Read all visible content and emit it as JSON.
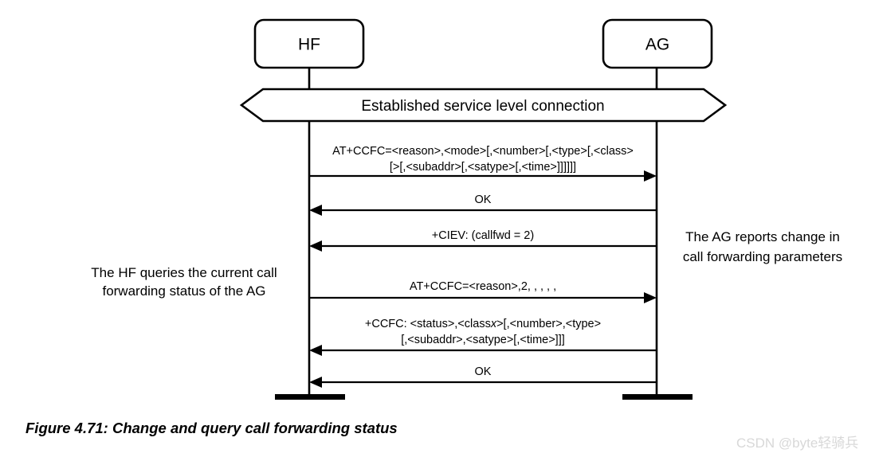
{
  "figure": {
    "caption": "Figure 4.71: Change and query call forwarding status",
    "watermark": "CSDN @byte轻骑兵"
  },
  "lifelines": [
    {
      "id": "hf",
      "label": "HF"
    },
    {
      "id": "ag",
      "label": "AG"
    }
  ],
  "banner": {
    "label": "Established service level connection"
  },
  "messages": [
    {
      "id": "msg-1",
      "direction": "hf-to-ag",
      "line1": "AT+CCFC=<reason>,<mode>[,<number>[,<type>[,<class>",
      "line2": "[>[,<subaddr>[,<satype>[,<time>]]]]]]"
    },
    {
      "id": "msg-2",
      "direction": "ag-to-hf",
      "line1": "OK",
      "line2": ""
    },
    {
      "id": "msg-3",
      "direction": "ag-to-hf",
      "line1": "+CIEV: (callfwd = 2)",
      "line2": ""
    },
    {
      "id": "msg-4",
      "direction": "hf-to-ag",
      "line1": "AT+CCFC=<reason>,2, , , , ,",
      "line2": ""
    },
    {
      "id": "msg-5",
      "direction": "ag-to-hf",
      "line1_a": "+CCFC: <status>,<class",
      "line1_italic": "x",
      "line1_b": ">[,<number>,<type>",
      "line2": "[,<subaddr>,<satype>[,<time>]]]"
    },
    {
      "id": "msg-6",
      "direction": "ag-to-hf",
      "line1": "OK",
      "line2": ""
    }
  ],
  "notes": [
    {
      "id": "note-left",
      "line1": "The HF queries the current call",
      "line2": "forwarding status of the AG"
    },
    {
      "id": "note-right",
      "line1": "The AG reports change in",
      "line2": "call forwarding parameters"
    }
  ],
  "colors": {
    "stroke": "#000000",
    "background": "#ffffff",
    "watermark": "#d8d8d8"
  }
}
